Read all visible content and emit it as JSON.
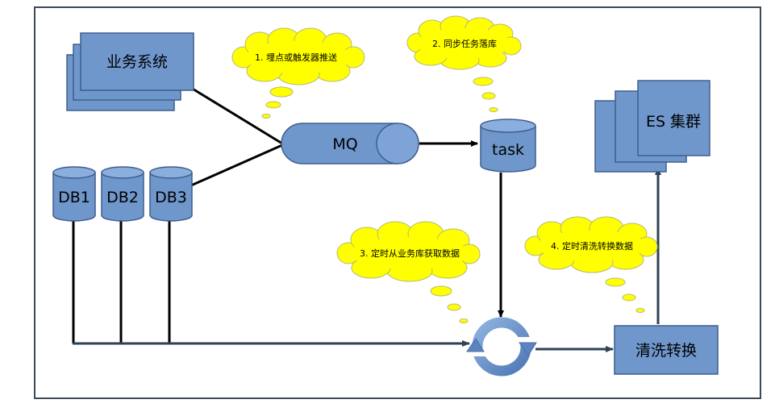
{
  "nodes": {
    "business_system": "业务系统",
    "db1": "DB1",
    "db2": "DB2",
    "db3": "DB3",
    "mq": "MQ",
    "task": "task",
    "es_cluster": "ES 集群",
    "clean_transform": "清洗转换"
  },
  "annotations": {
    "step1": "1. 埋点或触发器推送",
    "step2": "2. 同步任务落库",
    "step3": "3. 定时从业务库获取数据",
    "step4": "4. 定时清洗转换数据"
  },
  "colors": {
    "box_fill": "#6f97cc",
    "box_stroke": "#3f5f8d",
    "cloud_fill": "#ffff00",
    "cloud_stroke": "#b8b878",
    "line": "#000000",
    "arrow_dark": "#2e4254",
    "frame": "#3e4a57"
  },
  "icons": {
    "sync": "sync-cycle-icon"
  }
}
